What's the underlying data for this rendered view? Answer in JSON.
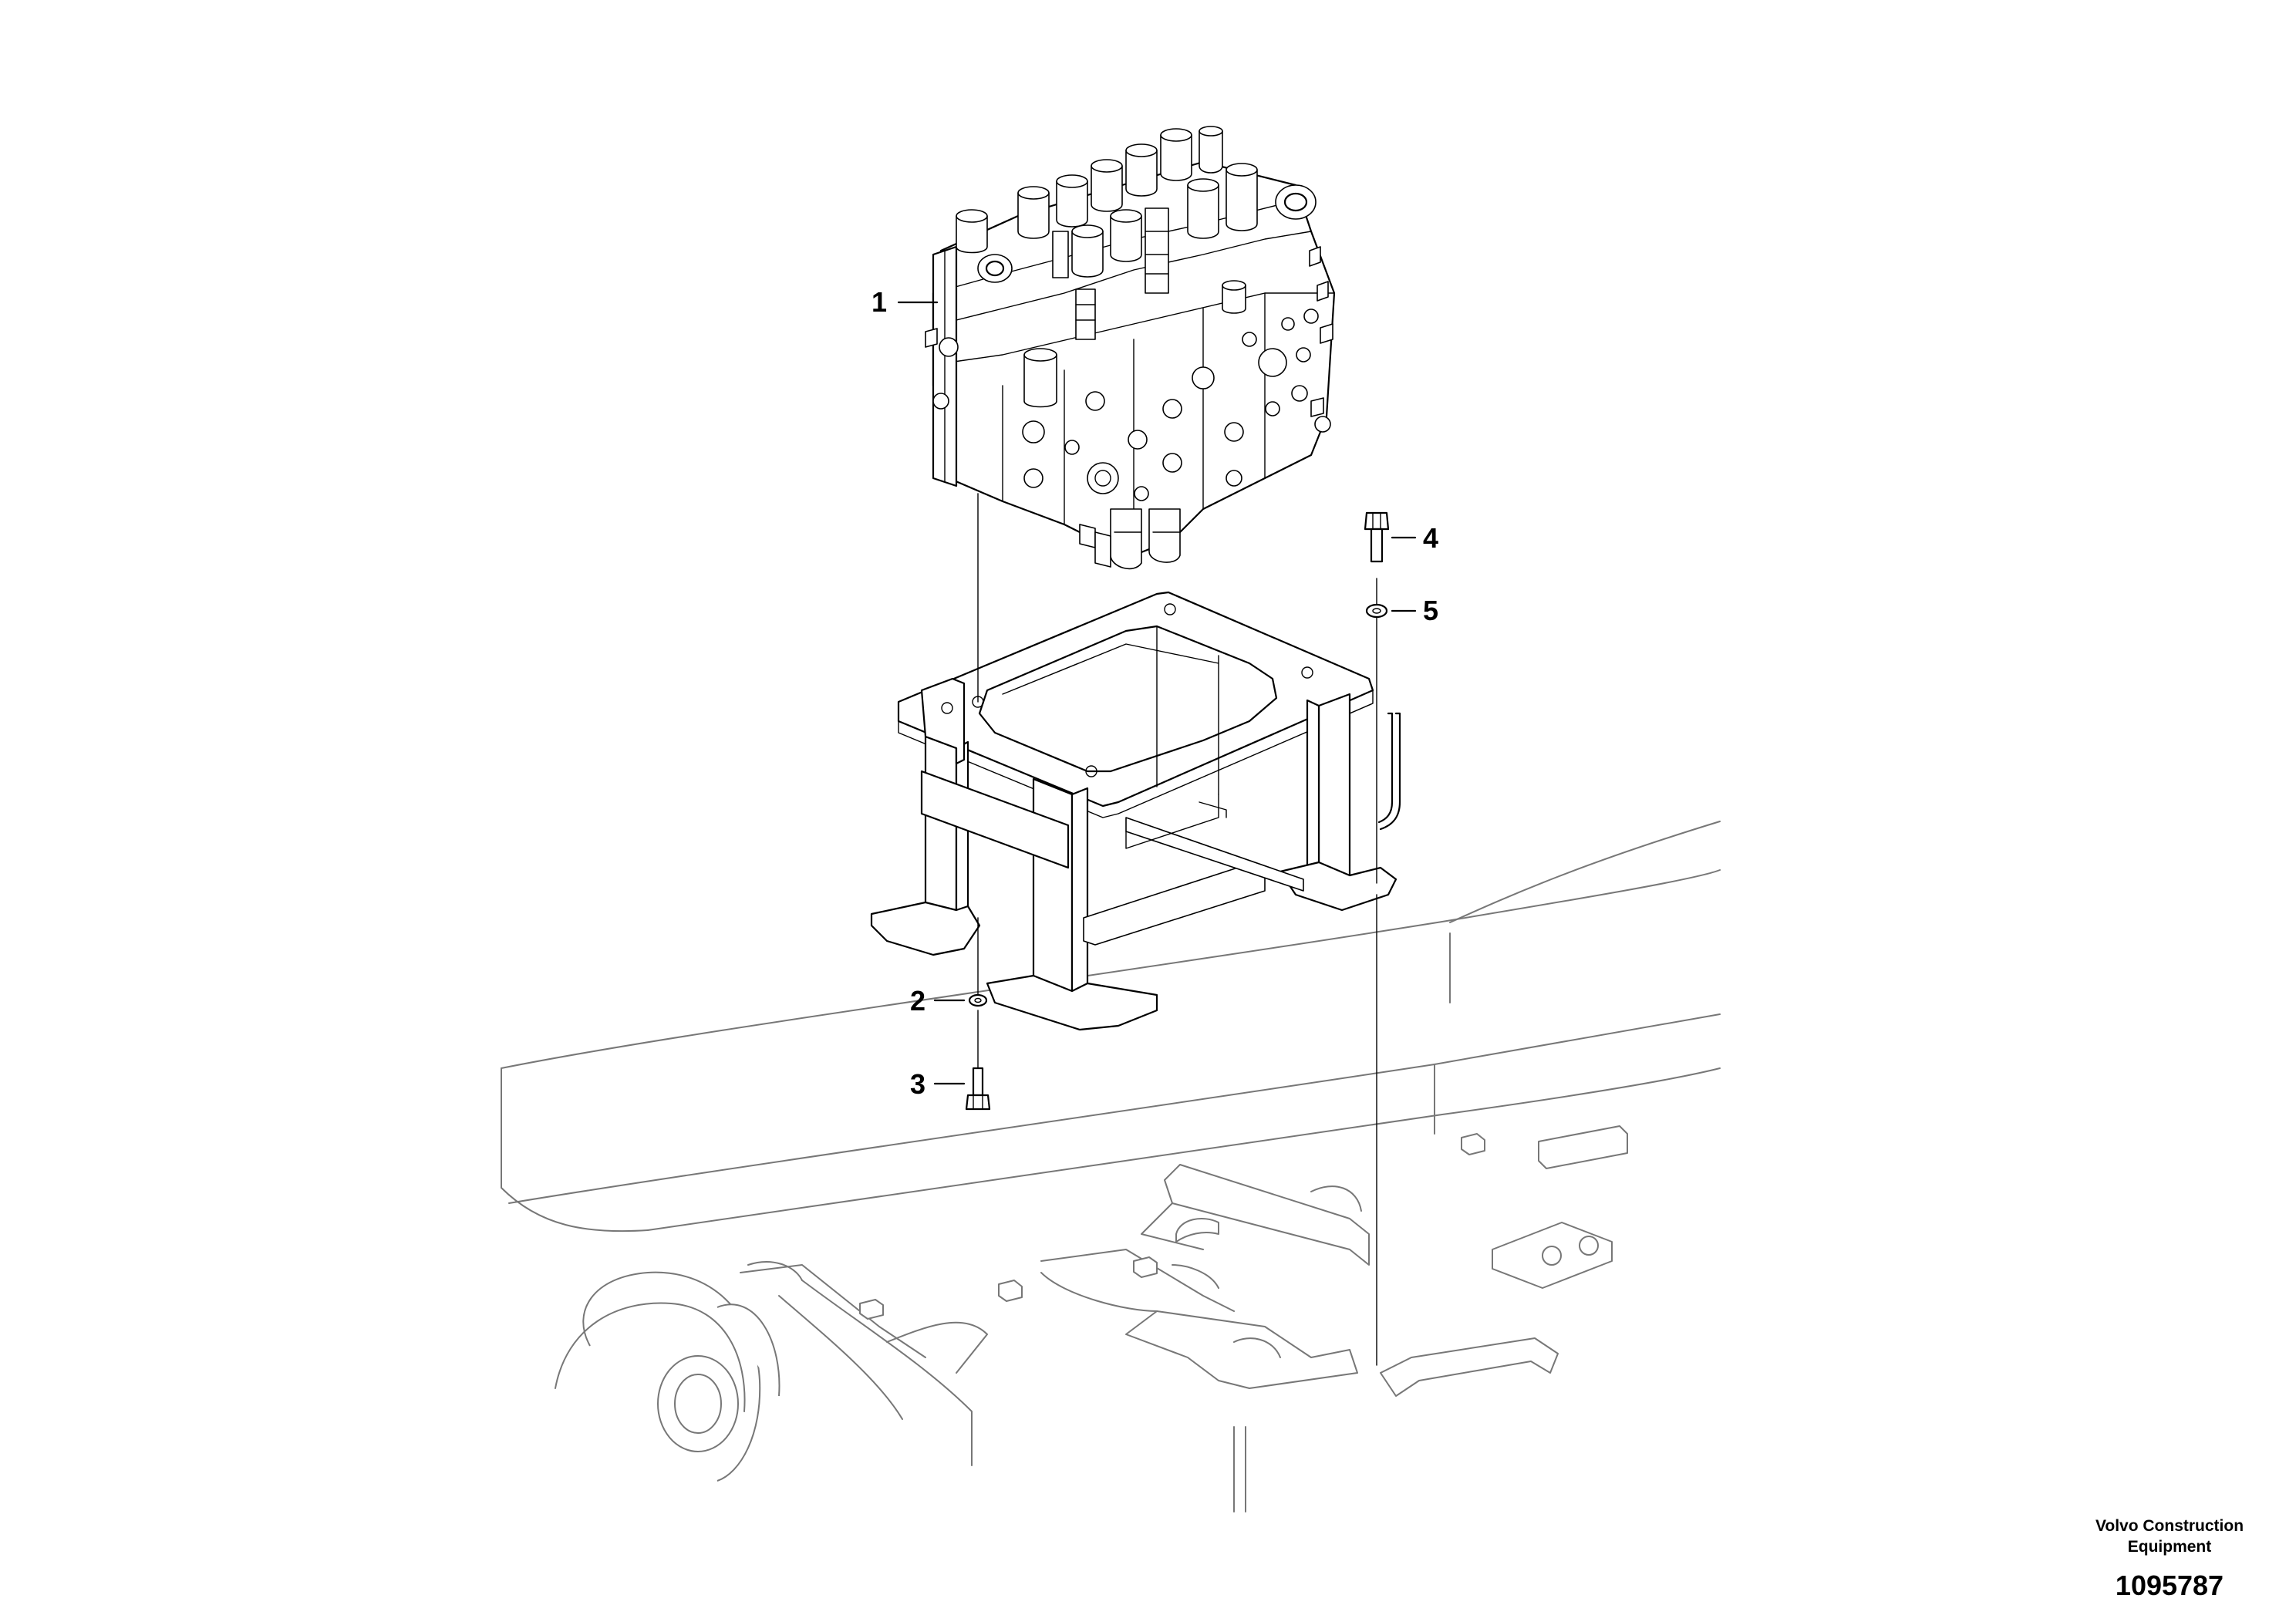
{
  "diagram": {
    "callouts": [
      {
        "label": "1",
        "part": "control-valve"
      },
      {
        "label": "2",
        "part": "washer"
      },
      {
        "label": "3",
        "part": "bolt"
      },
      {
        "label": "4",
        "part": "bolt"
      },
      {
        "label": "5",
        "part": "washer"
      }
    ]
  },
  "footer": {
    "brand_line1": "Volvo Construction",
    "brand_line2": "Equipment",
    "drawing_number": "1095787"
  }
}
